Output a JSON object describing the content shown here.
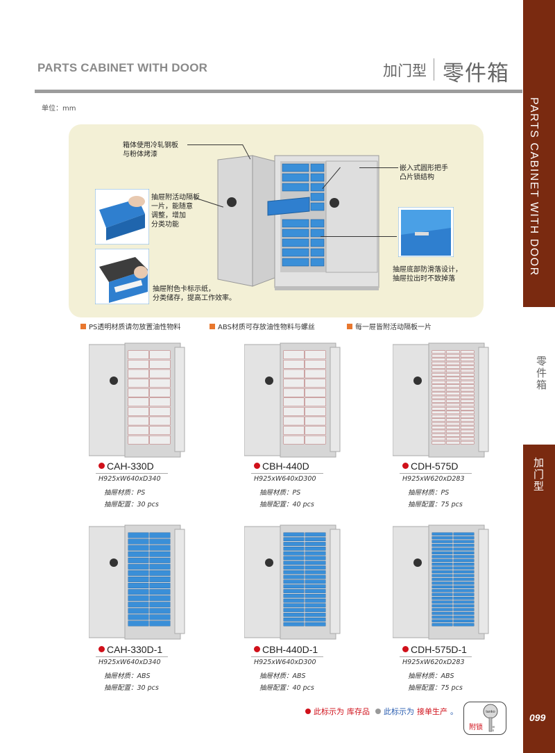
{
  "header": {
    "title_en": "PARTS CABINET WITH DOOR",
    "title_cn_small": "加门型",
    "title_cn_big": "零件箱",
    "unit": "单位：mm"
  },
  "side": {
    "top": "PARTS CABINET WITH DOOR",
    "middle": "零件箱",
    "bottom": "加门型"
  },
  "features": {
    "callout_1": "箱体使用冷轧钢板\n与粉体烤漆",
    "callout_2": "抽屉附活动隔板\n一片，能随意\n调整，增加\n分类功能",
    "callout_3": "抽屉附色卡标示纸，\n分类储存，提高工作效率。",
    "callout_4": "嵌入式圆形把手\n凸片锁结构",
    "callout_5": "抽屉底部防滑落设计，\n抽屉拉出时不致掉落"
  },
  "legend": [
    "PS透明材质请勿放置油性物料",
    "ABS材质可存放油性物料与螺丝",
    "每一屉皆附活动隔板一片"
  ],
  "products": [
    {
      "model": "CAH-330D",
      "dims": "H925xW640xD340",
      "material_label": "抽屉材质：",
      "material": "PS",
      "config_label": "抽屉配置：",
      "config": "30 pcs"
    },
    {
      "model": "CBH-440D",
      "dims": "H925xW640xD300",
      "material_label": "抽屉材质：",
      "material": "PS",
      "config_label": "抽屉配置：",
      "config": "40 pcs"
    },
    {
      "model": "CDH-575D",
      "dims": "H925xW620xD283",
      "material_label": "抽屉材质：",
      "material": "PS",
      "config_label": "抽屉配置：",
      "config": "75 pcs"
    },
    {
      "model": "CAH-330D-1",
      "dims": "H925xW640xD340",
      "material_label": "抽屉材质：",
      "material": "ABS",
      "config_label": "抽屉配置：",
      "config": "30 pcs"
    },
    {
      "model": "CBH-440D-1",
      "dims": "H925xW640xD300",
      "material_label": "抽屉材质：",
      "material": "ABS",
      "config_label": "抽屉配置：",
      "config": "40 pcs"
    },
    {
      "model": "CDH-575D-1",
      "dims": "H925xW620xD283",
      "material_label": "抽屉材质：",
      "material": "ABS",
      "config_label": "抽屉配置：",
      "config": "75 pcs"
    }
  ],
  "footer": {
    "stock_prefix": "此标示为",
    "stock": "库存品",
    "order_prefix": "此标示为",
    "order": "接单生产",
    "order_suffix": "。",
    "key_logo": "tanko",
    "key_label": "附锁",
    "page": "099"
  },
  "colors": {
    "brand": "#7a2a10",
    "red_dot": "#d0101a",
    "gray_dot": "#999999",
    "legend_square": "#e8772e",
    "panel": "#f3f0d6",
    "drawer_blue": "#3a8fd8"
  }
}
